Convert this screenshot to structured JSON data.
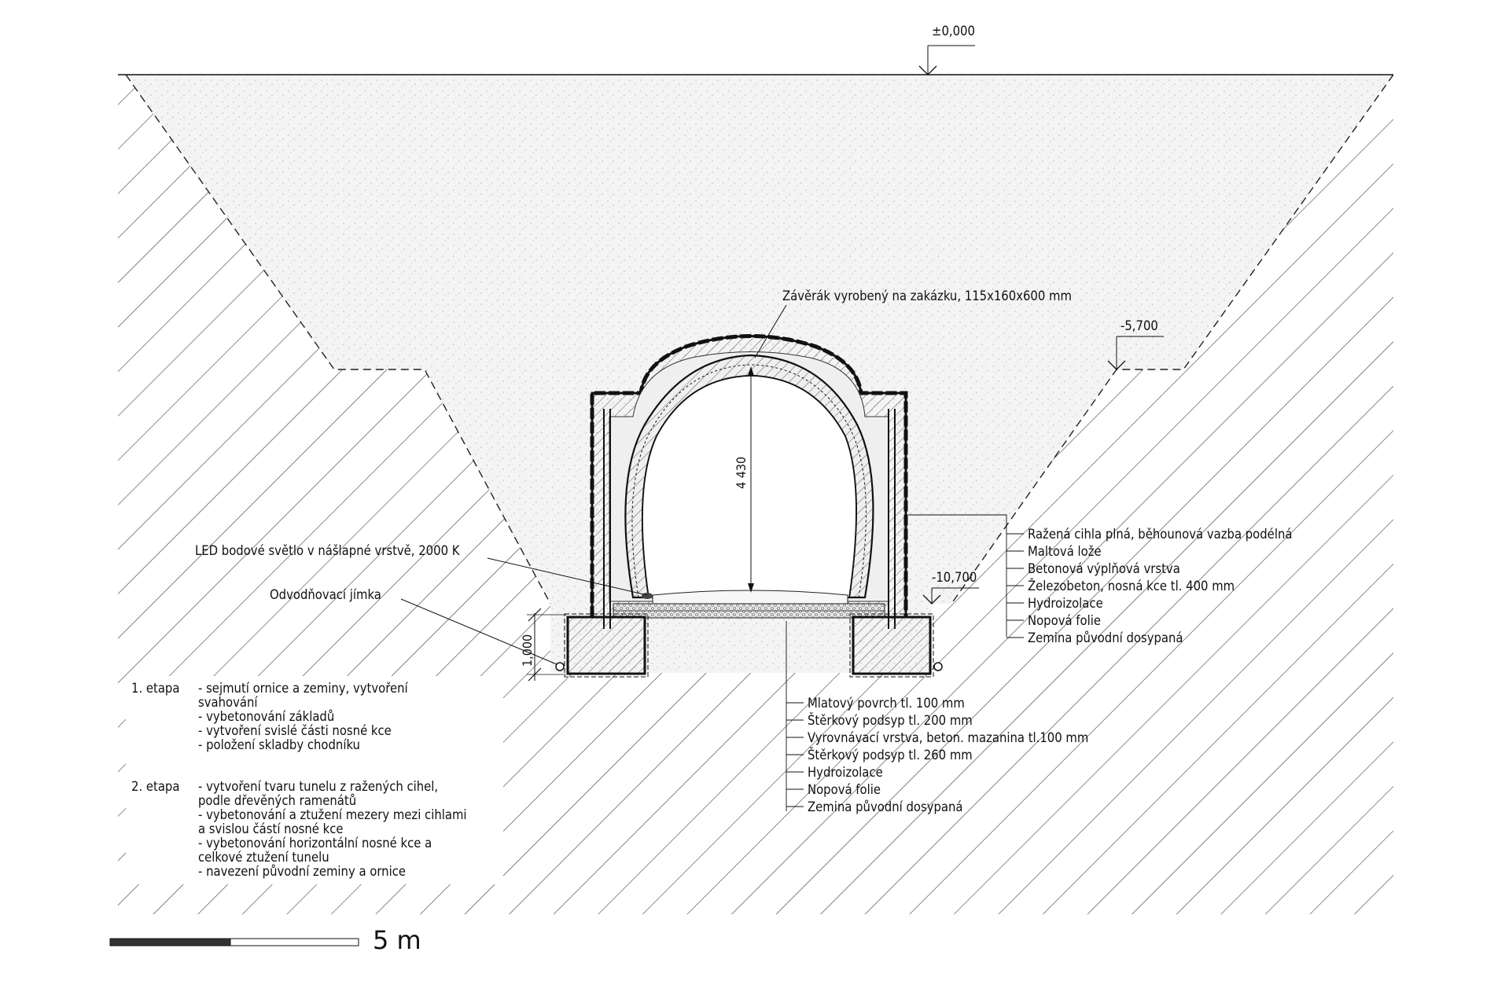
{
  "levels": {
    "top": "±0,000",
    "mid": "-5,700",
    "bottom": "-10,700"
  },
  "dimensions": {
    "tunnel_height": "4 430",
    "foundation_height": "1,000"
  },
  "labels": {
    "keystone": "Závěrák vyrobený na zakázku, 115x160x600 mm",
    "led": "LED bodové světlo v nášlapné vrstvě, 2000 K",
    "drain": "Odvodňovací jímka"
  },
  "wall_layers": [
    "Ražená cihla plná, běhounová vazba podélná",
    "Maltová lože",
    "Betonová výplňová vrstva",
    "Železobeton, nosná kce tl. 400 mm",
    "Hydroizolace",
    "Nopová folie",
    "Zemina původní dosypaná"
  ],
  "floor_layers": [
    "Mlatový povrch tl. 100 mm",
    "Štěrkový podsyp tl. 200 mm",
    "Vyrovnávací vrstva, beton. mazanina tl.100 mm",
    "Štěrkový podsyp tl. 260 mm",
    "Hydroizolace",
    "Nopová folie",
    "Zemina původní dosypaná"
  ],
  "stages": [
    {
      "title": "1. etapa",
      "lines": [
        "- sejmutí ornice a zeminy, vytvoření",
        "svahování",
        "- vybetonování základů",
        "- vytvoření svislé části nosné kce",
        "- položení skladby chodníku"
      ]
    },
    {
      "title": "2. etapa",
      "lines": [
        "- vytvoření tvaru tunelu z ražených cihel,",
        "podle dřevěných ramenátů",
        "- vybetonování a ztužení mezery mezi cihlami",
        "a svislou částí nosné kce",
        "- vybetonování horizontální nosné kce a",
        "celkové ztužení tunelu",
        "- navezení původní zeminy a ornice"
      ]
    }
  ],
  "scale_bar": {
    "label": "5 m"
  }
}
